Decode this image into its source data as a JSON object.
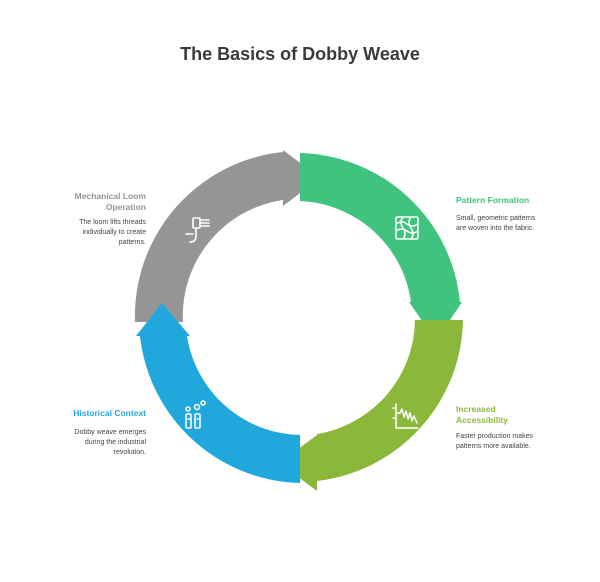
{
  "title": "The Basics of Dobby Weave",
  "colors": {
    "mechanical": "#959595",
    "pattern": "#3fc37e",
    "accessibility": "#8bb83a",
    "historical": "#20a8dc"
  },
  "stages": [
    {
      "id": "mechanical",
      "title": "Mechanical Loom Operation",
      "description": "The loom lifts threads individually to create patterns.",
      "icon": "loom-lever-icon",
      "color": "#959595"
    },
    {
      "id": "pattern",
      "title": "Pattern Formation",
      "description": "Small, geometric patterns are woven into the fabric.",
      "icon": "fabric-pattern-icon",
      "color": "#3fc37e"
    },
    {
      "id": "accessibility",
      "title": "Increased Accessibility",
      "description": "Faster production makes patterns more available.",
      "icon": "production-chart-icon",
      "color": "#8bb83a"
    },
    {
      "id": "historical",
      "title": "Historical Context",
      "description": "Dobby weave emerges during the industrial revolution.",
      "icon": "factory-icon",
      "color": "#20a8dc"
    }
  ]
}
